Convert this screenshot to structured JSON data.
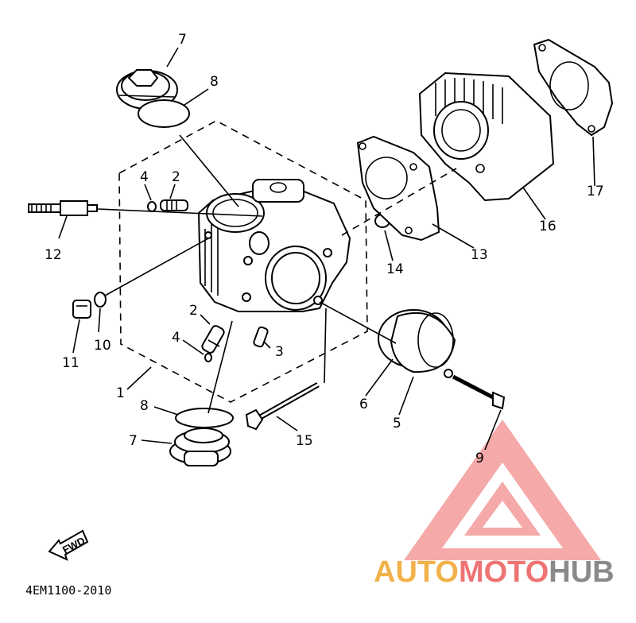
{
  "diagram": {
    "callouts": {
      "c1": "1",
      "c2a": "2",
      "c2b": "2",
      "c3": "3",
      "c4a": "4",
      "c4b": "4",
      "c5": "5",
      "c6": "6",
      "c7a": "7",
      "c7b": "7",
      "c8a": "8",
      "c8b": "8",
      "c9": "9",
      "c10": "10",
      "c11": "11",
      "c12": "12",
      "c13": "13",
      "c14": "14",
      "c15": "15",
      "c16": "16",
      "c17": "17"
    },
    "drawing_code": "4EM1100-2010",
    "fwd_label": "FWD"
  },
  "watermark": {
    "part1": "AUTO",
    "part2": "MOTO",
    "part3": "HUB",
    "colors": {
      "orange": "#f2b24b",
      "red": "#ee7373",
      "gray": "#8a8a8a"
    }
  }
}
